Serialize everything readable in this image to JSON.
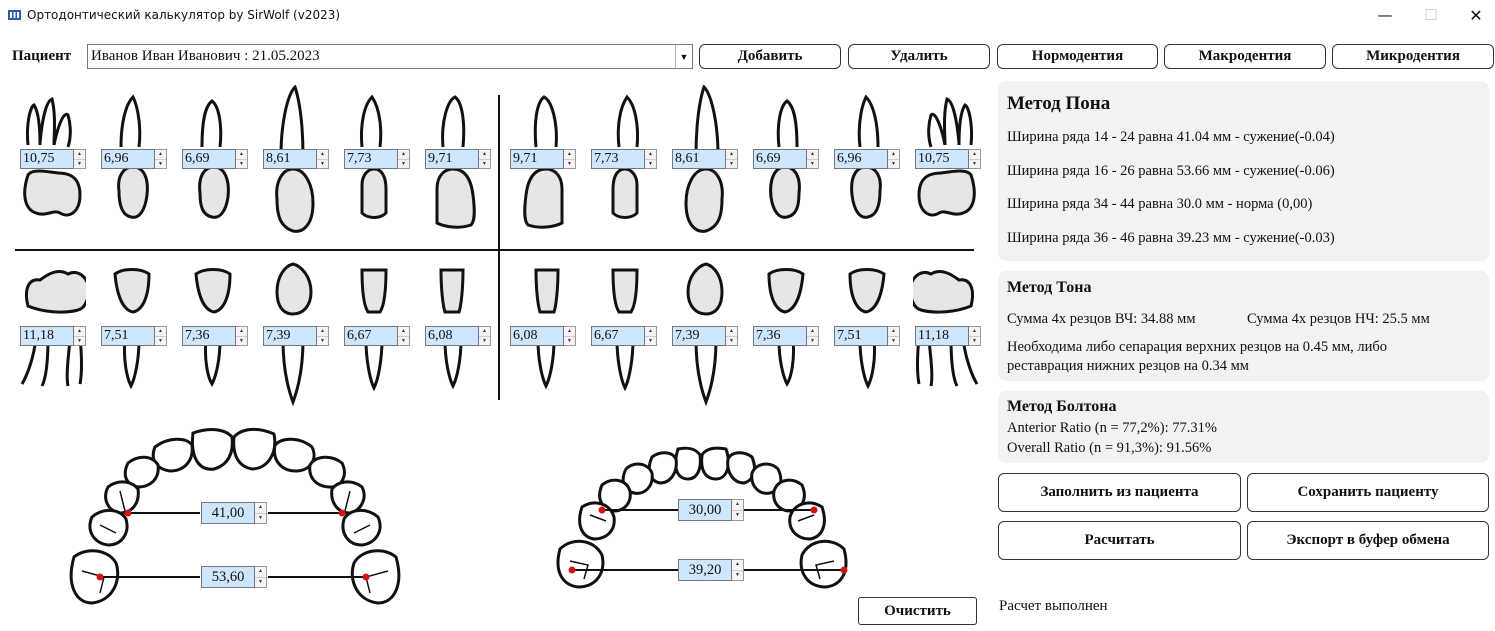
{
  "window": {
    "title": "Ортодонтический калькулятор by SirWolf (v2023)",
    "minimize": "—",
    "maximize": "☐",
    "close": "✕"
  },
  "patient": {
    "label": "Пациент",
    "selected": "Иванов Иван Иванович : 21.05.2023"
  },
  "toolbar": {
    "add": "Добавить",
    "remove": "Удалить",
    "normo": "Нормодентия",
    "macro": "Макродентия",
    "micro": "Микродентия"
  },
  "teeth": {
    "upper": [
      "10,75",
      "6,96",
      "6,69",
      "8,61",
      "7,73",
      "9,71",
      "9,71",
      "7,73",
      "8,61",
      "6,69",
      "6,96",
      "10,75"
    ],
    "lower": [
      "11,18",
      "7,51",
      "7,36",
      "7,39",
      "6,67",
      "6,08",
      "6,08",
      "6,67",
      "7,39",
      "7,36",
      "7,51",
      "11,18"
    ]
  },
  "arches": {
    "upper_front": "41,00",
    "upper_back": "53,60",
    "lower_front": "30,00",
    "lower_back": "39,20"
  },
  "pon": {
    "title": "Метод Пона",
    "lines": [
      "Ширина ряда 14 - 24 равна 41.04 мм - сужение(-0.04)",
      "Ширина ряда 16 - 26 равна 53.66 мм - сужение(-0.06)",
      "Ширина ряда 34 - 44 равна 30.0 мм - норма (0,00)",
      "Ширина ряда 36 - 46 равна 39.23 мм - сужение(-0.03)"
    ]
  },
  "ton": {
    "title": "Метод Тона",
    "sum_upper": "Сумма 4х резцов ВЧ: 34.88 мм",
    "sum_lower": "Сумма 4х резцов НЧ: 25.5 мм",
    "advice_line1": "Необходима либо сепарация верхних резцов на 0.45 мм, либо",
    "advice_line2": "реставрация нижних резцов на 0.34 мм"
  },
  "bolton": {
    "title": "Метод Болтона",
    "anterior": "Anterior Ratio (n = 77,2%): 77.31%",
    "overall": "Overall Ratio (n = 91,3%): 91.56%"
  },
  "actions": {
    "fill": "Заполнить из пациента",
    "save": "Сохранить пациенту",
    "calc": "Расчитать",
    "export": "Экспорт в буфер обмена",
    "clear": "Очистить"
  },
  "status": "Расчет выполнен",
  "colors": {
    "spin_bg": "#cfe6ff",
    "panel_bg": "#f2f2f2",
    "marker_red": "#d11414"
  }
}
